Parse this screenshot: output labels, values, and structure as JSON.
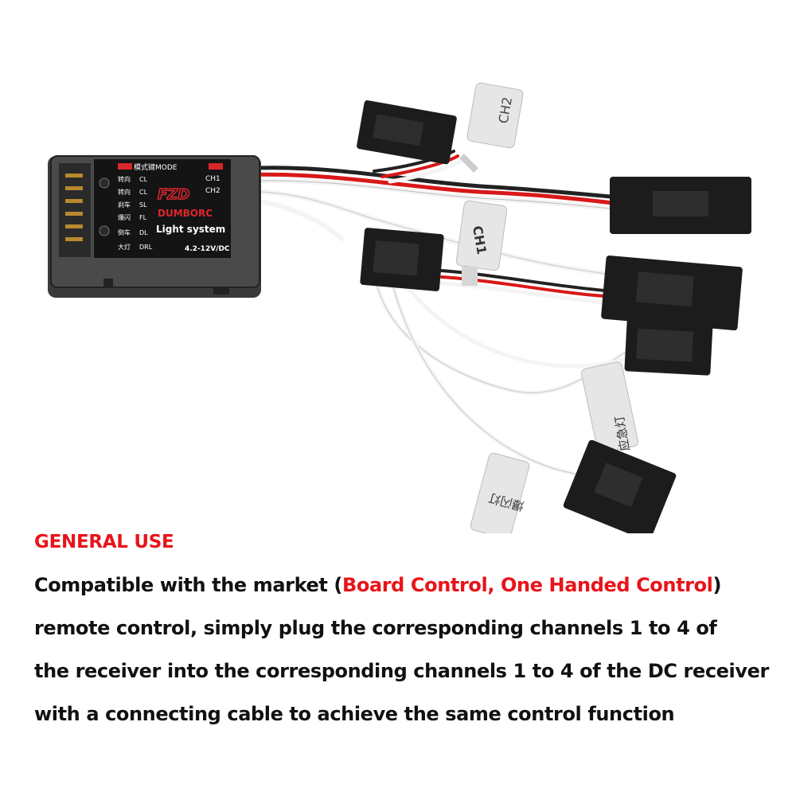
{
  "product": {
    "brand_logo": "FZD",
    "brand_name": "DUMBORC",
    "system_name": "Light system",
    "voltage": "4.2-12V/DC",
    "mode_label": "模式键MODE",
    "channel_labels": [
      "CH1",
      "CH2"
    ],
    "pin_labels": [
      {
        "cn": "转向",
        "code": "CL"
      },
      {
        "cn": "转向",
        "code": "CL"
      },
      {
        "cn": "刹车",
        "code": "SL"
      },
      {
        "cn": "爆闪",
        "code": "FL"
      },
      {
        "cn": "倒车",
        "code": "DL"
      },
      {
        "cn": "大灯",
        "code": "DRL"
      }
    ]
  },
  "cable_tags": {
    "ch2": "CH2",
    "ch1": "CH1",
    "emergency": "应急灯",
    "flash": "爆闪灯"
  },
  "description": {
    "heading": "GENERAL USE",
    "line1_prefix": "Compatible with the market (",
    "line1_highlight": "Board Control, One Handed Control",
    "line1_suffix": ")",
    "line2": "remote control, simply plug the corresponding channels 1 to 4 of",
    "line3": "the receiver into the corresponding channels 1 to 4 of the DC receiver",
    "line4": "with a connecting cable to achieve the same control function"
  }
}
